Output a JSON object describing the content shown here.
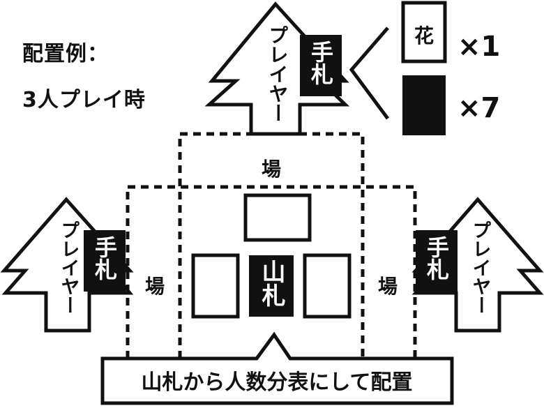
{
  "layout_title": "配置例：",
  "player_count_note": "3人プレイ時",
  "players": [
    {
      "label": "プレイヤー",
      "hand_label": "手札"
    },
    {
      "label": "プレイヤー",
      "hand_label": "手札"
    },
    {
      "label": "プレイヤー",
      "hand_label": "手札"
    }
  ],
  "hand_contents": [
    {
      "card": "花",
      "count": "×1",
      "face": "white"
    },
    {
      "card": "",
      "count": "×7",
      "face": "black"
    }
  ],
  "field_label": "場",
  "deck_label": "山札",
  "instruction": "山札から人数分表にして配置",
  "colors": {
    "ink": "#111111",
    "background": "#ffffff"
  }
}
